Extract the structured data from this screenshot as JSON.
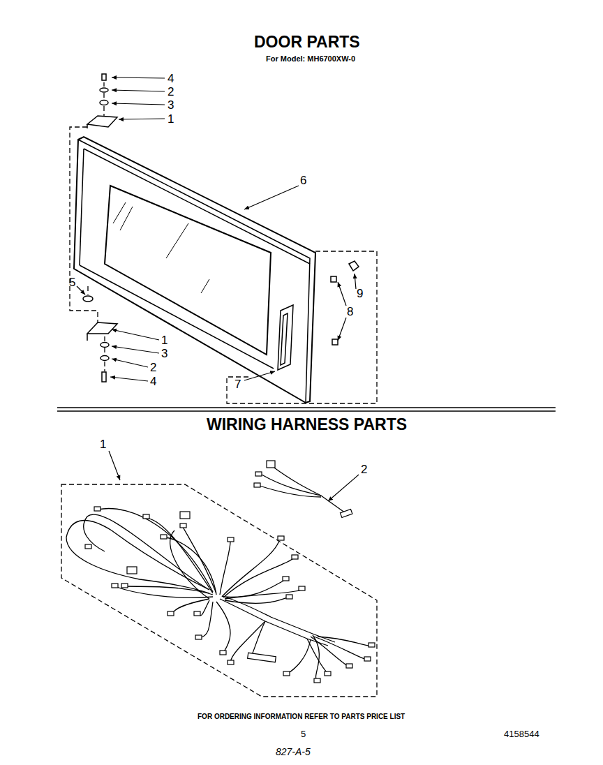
{
  "diagram": {
    "title": "DOOR PARTS",
    "labels": [
      "For Model: MH6700XW-0",
      "4",
      "2",
      "3",
      "1",
      "6",
      "9",
      "8",
      "5",
      "1",
      "3",
      "2",
      "4",
      "7",
      "WIRING HARNESS PARTS",
      "1",
      "2",
      "FOR ORDERING INFORMATION REFER TO PARTS PRICE LIST",
      "5",
      "4158544",
      "827-A-5"
    ]
  }
}
